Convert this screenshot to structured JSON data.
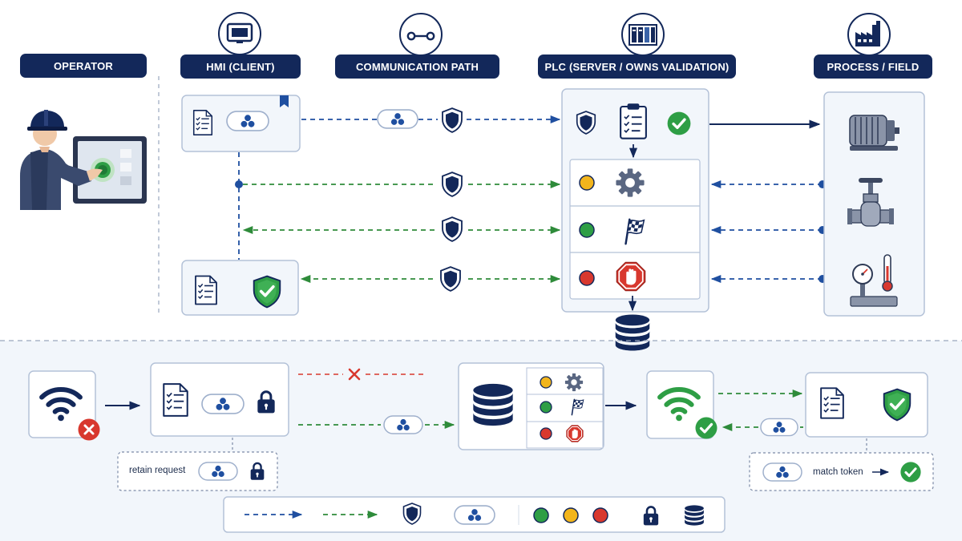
{
  "headers": {
    "operator": "OPERATOR",
    "hmi": "HMI (CLIENT)",
    "comm": "COMMUNICATION PATH",
    "plc": "PLC (SERVER / OWNS VALIDATION)",
    "process": "PROCESS / FIELD"
  },
  "notes": {
    "retain": "retain request",
    "match": "match token"
  },
  "colors": {
    "navy": "#13285a",
    "blue_path": "#1f4fa0",
    "green_path": "#2e8b3a",
    "ok_green": "#2e9e45",
    "error_red": "#d8382e",
    "amber": "#f2b51c",
    "panel_border": "#b4c2d8",
    "lower_band": "#f2f6fb"
  },
  "icons": {
    "operator": "operator-at-touchscreen-icon",
    "hmi_header": "hmi-monitor-icon",
    "comm_header": "link-path-icon",
    "plc_header": "plc-rack-icon",
    "process_header": "factory-icon",
    "token": "token-icon",
    "shield": "shield-icon",
    "shield_check": "shield-check-icon",
    "checklist": "checklist-icon",
    "check": "check-circle-icon",
    "gear": "gear-icon",
    "flag": "checkered-flag-icon",
    "stop": "stop-hand-icon",
    "database": "database-icon",
    "motor": "motor-icon",
    "valve": "valve-icon",
    "gauge": "gauge-thermometer-icon",
    "wifi": "wifi-icon",
    "lock": "lock-icon",
    "bookmark": "bookmark-icon",
    "status_lights": [
      "green-status-dot",
      "amber-status-dot",
      "red-status-dot"
    ]
  }
}
